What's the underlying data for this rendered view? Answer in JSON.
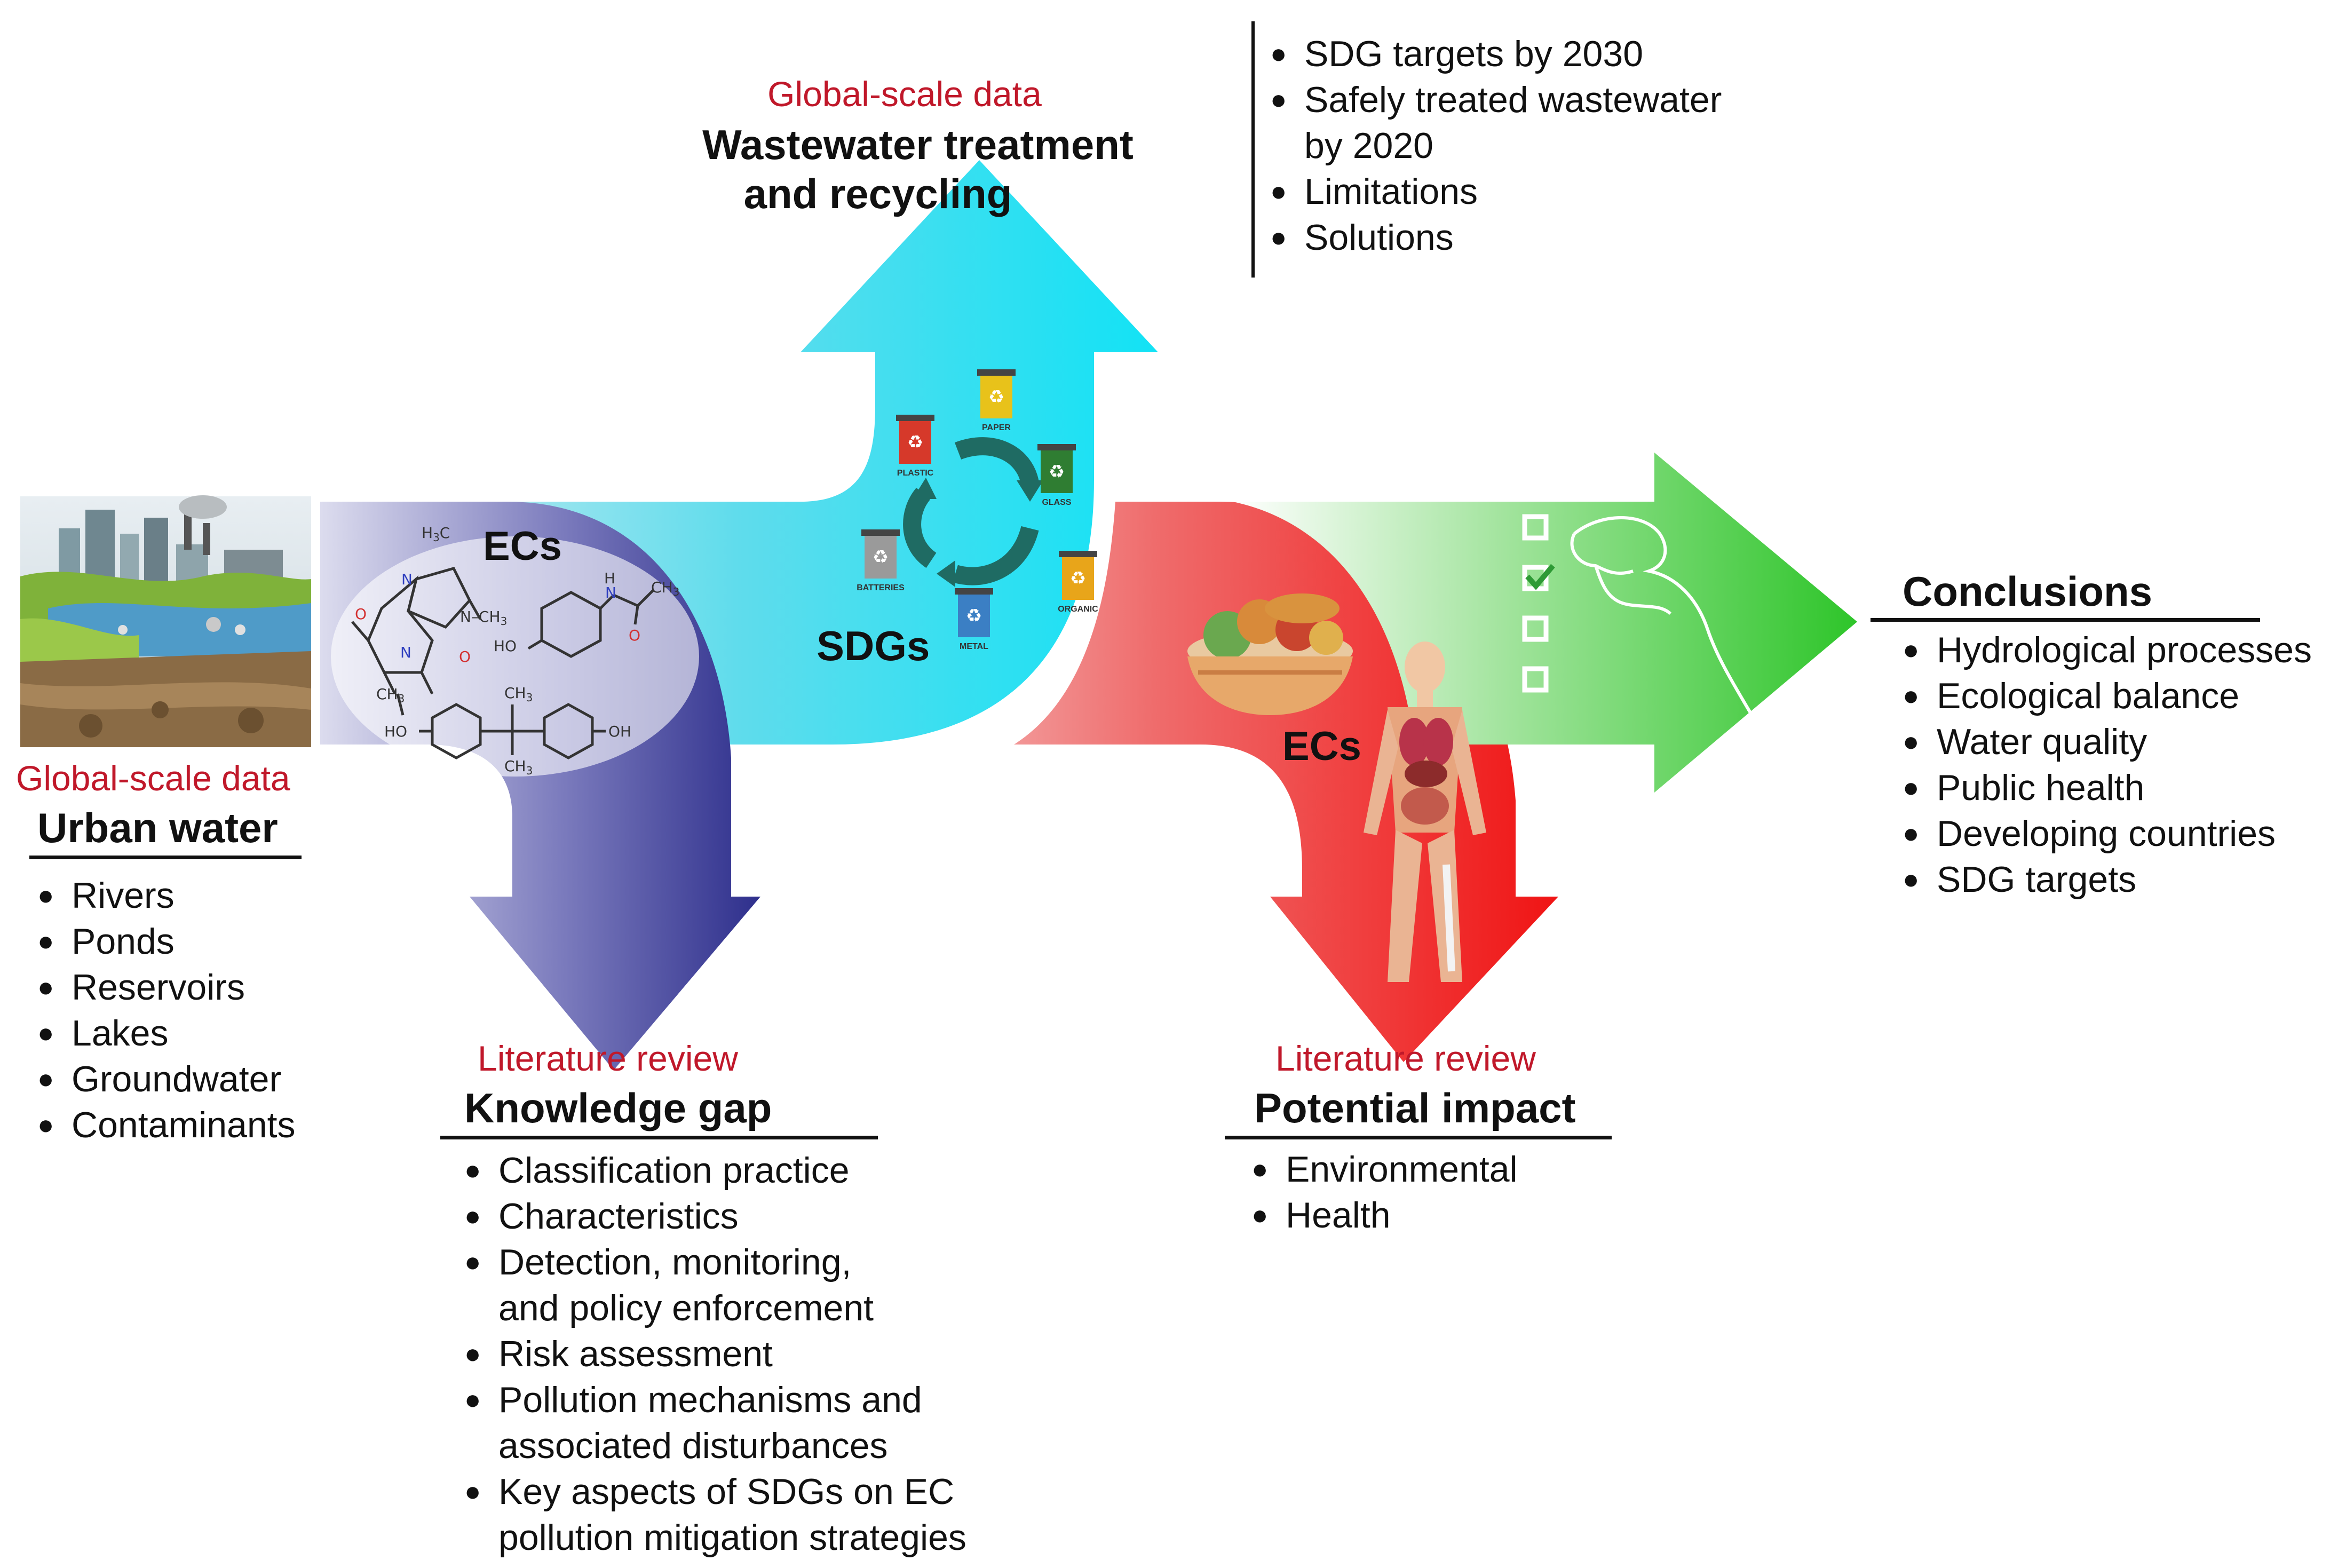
{
  "urban_water": {
    "tag": "Global-scale data",
    "title": "Urban water",
    "items": [
      "Rivers",
      "Ponds",
      "Reservoirs",
      "Lakes",
      "Groundwater",
      "Contaminants"
    ]
  },
  "wastewater": {
    "tag": "Global-scale data",
    "title_line1": "Wastewater treatment",
    "title_line2": "and recycling",
    "items": [
      "SDG targets by 2030",
      "Safely treated wastewater\nby 2020",
      "Limitations",
      "Solutions"
    ]
  },
  "knowledge_gap": {
    "tag": "Literature review",
    "title": "Knowledge gap",
    "items": [
      "Classification practice",
      "Characteristics",
      "Detection, monitoring,\nand policy enforcement",
      "Risk assessment",
      "Pollution mechanisms and\nassociated disturbances",
      "Key aspects of SDGs on EC\npollution mitigation strategies"
    ]
  },
  "potential_impact": {
    "tag": "Literature review",
    "title": "Potential impact",
    "items": [
      "Environmental",
      "Health"
    ]
  },
  "conclusions": {
    "title": "Conclusions",
    "items": [
      "Hydrological processes",
      "Ecological balance",
      "Water quality",
      "Public health",
      "Developing countries",
      "SDG targets"
    ]
  },
  "labels": {
    "ecs_molecules": "ECs",
    "ecs_body": "ECs",
    "sdgs": "SDGs"
  },
  "bins": [
    {
      "label": "PAPER",
      "color": "#e8c21a"
    },
    {
      "label": "GLASS",
      "color": "#2f7d32"
    },
    {
      "label": "ORGANIC",
      "color": "#e8a51a"
    },
    {
      "label": "METAL",
      "color": "#3b7fc4"
    },
    {
      "label": "BATTERIES",
      "color": "#9a9a9a"
    },
    {
      "label": "PLASTIC",
      "color": "#d6392a"
    }
  ],
  "molecules": {
    "caffeine": {
      "methyl_top": "H3C",
      "n_methyl": "N–CH3",
      "methyl_bottom": "CH3"
    },
    "paracetamol": {
      "nh": "H",
      "n": "N",
      "ch3": "CH3",
      "ho": "HO",
      "o": "O"
    },
    "bisphenol": {
      "ho_left": "HO",
      "oh_right": "OH",
      "ch3_top": "CH3",
      "ch3_bottom": "CH3"
    }
  },
  "colors": {
    "blue_arrow": "#2e2f8c",
    "cyan_arrow": "#12e2f5",
    "red_arrow": "#f01414",
    "green_arrow": "#2ec52a",
    "accent_red": "#c0182a"
  }
}
